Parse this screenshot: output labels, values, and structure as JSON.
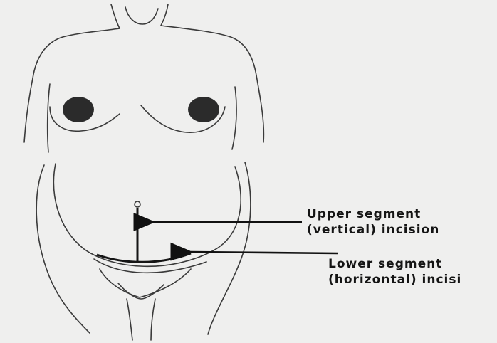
{
  "labels": {
    "upper": [
      "Upper segment",
      "(vertical) incision"
    ],
    "lower": [
      "Lower segment",
      "(horizontal) incisi"
    ]
  },
  "colors": {
    "background": "#efefee",
    "outline": "#3a3a3a",
    "nipple": "#2b2b2b",
    "arrow": "#111111",
    "incision": "#151515"
  }
}
